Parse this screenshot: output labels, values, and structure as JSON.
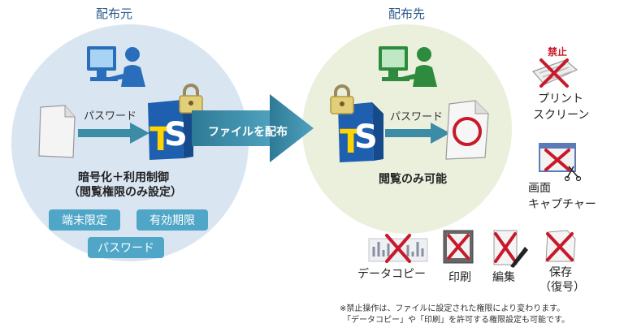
{
  "source": {
    "title": "配布元",
    "password_label": "パスワード",
    "desc_line1": "暗号化＋利用制御",
    "desc_line2": "（閲覧権限のみ設定）",
    "tags": [
      "端末限定",
      "有効期限",
      "パスワード"
    ]
  },
  "center": {
    "arrow_label": "ファイルを配布"
  },
  "dest": {
    "title": "配布先",
    "password_label": "パスワード",
    "desc": "閲覧のみ可能"
  },
  "prohibited": {
    "badge": "禁止",
    "print_screen": [
      "プリント",
      "スクリーン"
    ],
    "screen_capture": [
      "画面",
      "キャプチャー"
    ],
    "data_copy": "データコピー",
    "print": "印刷",
    "edit": "編集",
    "save": [
      "保存",
      "（復号）"
    ]
  },
  "note": {
    "line1": "※禁止操作は、ファイルに設定された権限により変わります。",
    "line2": "「データコピー」や「印刷」を許可する権限設定も可能です。"
  },
  "colors": {
    "source_circle": "#d9e6f2",
    "dest_circle": "#ebf0dd",
    "tag": "#4fa6c7",
    "arrow": "#3d8ca6",
    "cross": "#c8192a"
  }
}
